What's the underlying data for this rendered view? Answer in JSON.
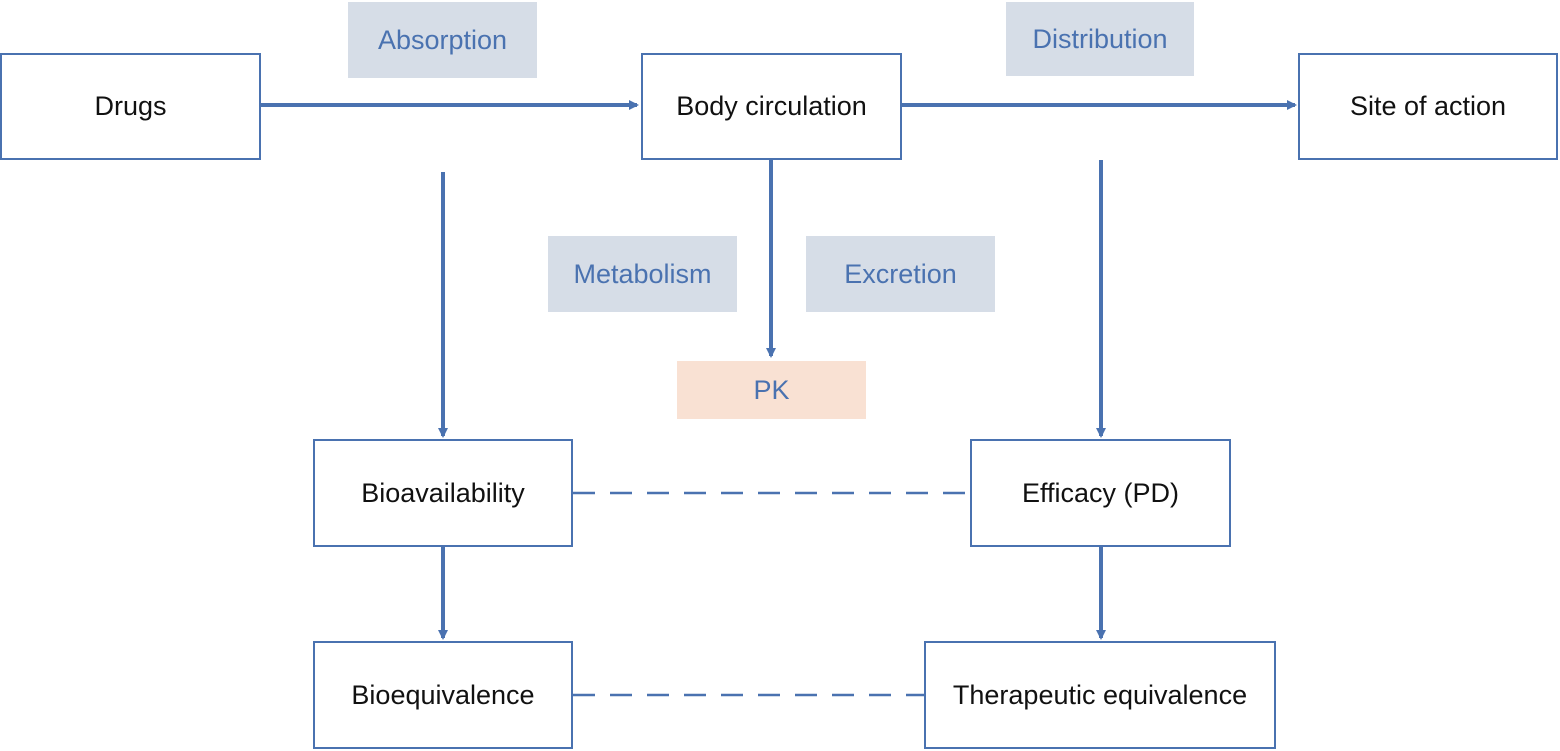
{
  "colors": {
    "node_border": "#4a72b0",
    "edge": "#4a72b0",
    "node_text": "#111111",
    "process_label_bg": "#d6dde7",
    "process_label_text": "#4a72b0",
    "pk_label_bg": "#f9e1d3"
  },
  "nodes": {
    "drugs": "Drugs",
    "body_circulation": "Body circulation",
    "site_of_action": "Site of action",
    "bioavailability": "Bioavailability",
    "efficacy": "Efficacy (PD)",
    "bioequivalence": "Bioequivalence",
    "therapeutic_equivalence": "Therapeutic equivalence"
  },
  "process_labels": {
    "absorption": "Absorption",
    "distribution": "Distribution",
    "metabolism": "Metabolism",
    "excretion": "Excretion"
  },
  "pk_label": "PK",
  "edges": [
    {
      "from": "drugs",
      "to": "body_circulation",
      "style": "solid-arrow"
    },
    {
      "from": "body_circulation",
      "to": "site_of_action",
      "style": "solid-arrow"
    },
    {
      "from": "body_circulation",
      "to": "pk_label",
      "style": "solid-arrow"
    },
    {
      "from": "drugs",
      "to": "bioavailability",
      "style": "solid-arrow"
    },
    {
      "from": "site_of_action",
      "to": "efficacy",
      "style": "solid-arrow"
    },
    {
      "from": "bioavailability",
      "to": "bioequivalence",
      "style": "solid-arrow"
    },
    {
      "from": "efficacy",
      "to": "therapeutic_equivalence",
      "style": "solid-arrow"
    },
    {
      "from": "bioavailability",
      "to": "efficacy",
      "style": "dashed"
    },
    {
      "from": "bioequivalence",
      "to": "therapeutic_equivalence",
      "style": "dashed"
    }
  ]
}
